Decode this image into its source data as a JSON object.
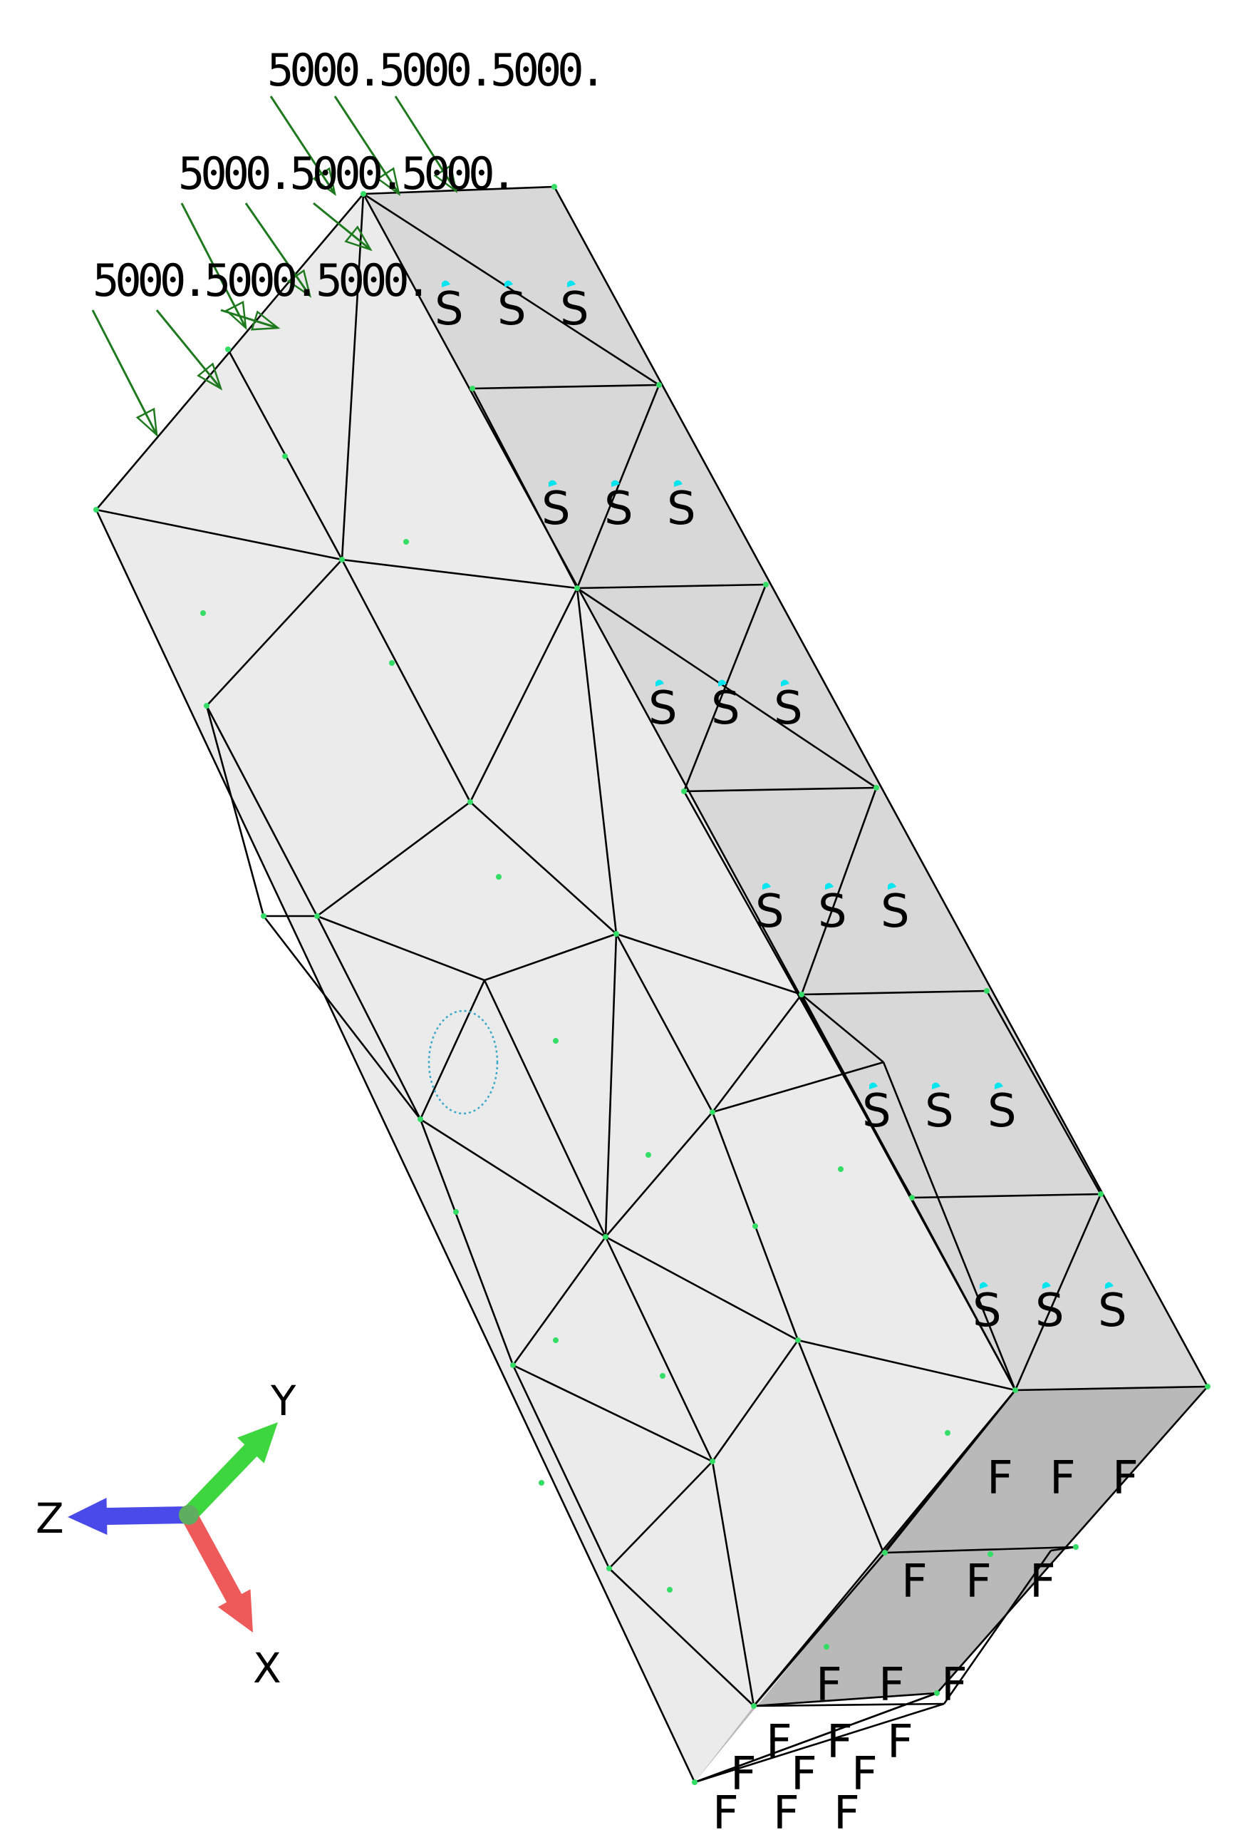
{
  "colors": {
    "face_main": "#ebebeb",
    "face_side": "#d8d8d8",
    "face_end": "#b9b9b9",
    "edge": "#000000",
    "load_arrow": "#1f7a1f",
    "node_dot": "#33dd66",
    "support_tick": "#00e5ee",
    "axis_x": "#ee5a5a",
    "axis_y": "#3ed63e",
    "axis_z": "#4a4ae8"
  },
  "loads": {
    "row1": "5000.5000.5000.",
    "row2": "5000.5000.5000.",
    "row3": "5000.5000.5000."
  },
  "markers": {
    "support": "S",
    "fixed": "F"
  },
  "axes": {
    "x": "X",
    "y": "Y",
    "z": "Z"
  }
}
